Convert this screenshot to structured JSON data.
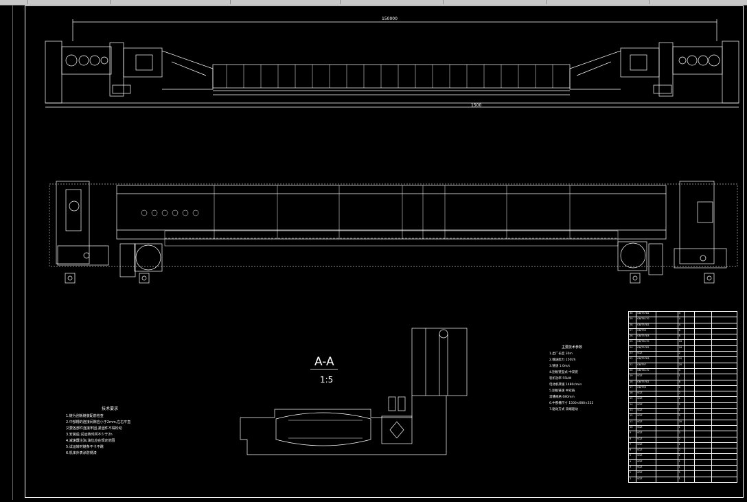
{
  "window": {
    "tabs": [
      "",
      "",
      "",
      "",
      "",
      "",
      "",
      ""
    ]
  },
  "drawing": {
    "dimension_overall": "150000",
    "dimension_mid": "1500",
    "section_title": "A-A",
    "section_scale": "1:5",
    "notes": {
      "title": "技术要求",
      "lines": [
        "1.链为刮板链装配前检查",
        "2.中部槽的连接间隙应小于2mm,左右平直",
        "又要各部件连接牢固,紧固件不得松动",
        "3.安装后,试运转时间不少于2h",
        "4.减速器注油,油位应在规定范围",
        "5.试运转时链条不卡不跳",
        "6.机体外表涂防锈漆"
      ]
    },
    "params": {
      "title": "主要技术参数",
      "lines": [
        "1.出厂长度 30m",
        "2.输送能力 150t/h",
        "3.链速 1.0m/s",
        "4.刮板链型式 中双链",
        "装机功率 55kW",
        "电动机转速 1480r/min",
        "5.刮板链速 中双链",
        "溜槽规格 680mm",
        "6.中部槽尺寸 1500×680×222",
        "7.驱动方式 双端驱动"
      ]
    },
    "bom_rows": [
      [
        "30",
        "GB/T5782",
        "",
        "4",
        "",
        "",
        ""
      ],
      [
        "29",
        "GB/T6170",
        "",
        "4",
        "",
        "",
        ""
      ],
      [
        "28",
        "GB/T5782",
        "",
        "4",
        "",
        "",
        ""
      ],
      [
        "27",
        "GB/T93",
        "",
        "8",
        "",
        "",
        ""
      ],
      [
        "26",
        "GB/T5783",
        "",
        "8",
        "",
        "",
        ""
      ],
      [
        "25",
        "GB/T6170",
        "",
        "16",
        "",
        "",
        ""
      ],
      [
        "24",
        "GB/T5782",
        "",
        "16",
        "",
        "",
        ""
      ],
      [
        "23",
        "SGZ",
        "",
        "2",
        "",
        "",
        ""
      ],
      [
        "22",
        "GB/T5783",
        "",
        "20",
        "",
        "",
        ""
      ],
      [
        "21",
        "GB/T97",
        "",
        "20",
        "",
        "",
        ""
      ],
      [
        "20",
        "GB/T6170",
        "",
        "4",
        "",
        "",
        ""
      ],
      [
        "19",
        "SGZ",
        "",
        "1",
        "",
        "",
        ""
      ],
      [
        "18",
        "GB/T5782",
        "",
        "8",
        "",
        "",
        ""
      ],
      [
        "17",
        "GB/T93",
        "",
        "8",
        "",
        "",
        ""
      ],
      [
        "16",
        "SGZ",
        "",
        "2",
        "",
        "",
        ""
      ],
      [
        "15",
        "SGZ",
        "",
        "1",
        "",
        "",
        ""
      ],
      [
        "14",
        "SGZ",
        "",
        "2",
        "",
        "",
        ""
      ],
      [
        "13",
        "SGZ",
        "",
        "1",
        "",
        "",
        ""
      ],
      [
        "12",
        "SGZ",
        "",
        "2",
        "",
        "",
        ""
      ],
      [
        "11",
        "SGZ",
        "",
        "20",
        "",
        "",
        ""
      ],
      [
        "10",
        "SGZ",
        "",
        "1",
        "",
        "",
        ""
      ],
      [
        "9",
        "SGZ",
        "",
        "2",
        "",
        "",
        ""
      ],
      [
        "8",
        "SGZ",
        "",
        "2",
        "",
        "",
        ""
      ],
      [
        "7",
        "SGZ",
        "",
        "1",
        "",
        "",
        ""
      ],
      [
        "6",
        "SGZ",
        "",
        "2",
        "",
        "",
        ""
      ],
      [
        "5",
        "SGZ",
        "",
        "2",
        "",
        "",
        ""
      ],
      [
        "4",
        "SGZ",
        "",
        "1",
        "",
        "",
        ""
      ],
      [
        "3",
        "SGZ",
        "",
        "1",
        "",
        "",
        ""
      ],
      [
        "2",
        "SGZ",
        "",
        "2",
        "",
        "",
        ""
      ],
      [
        "1",
        "SGZ",
        "",
        "1",
        "",
        "",
        ""
      ]
    ]
  }
}
